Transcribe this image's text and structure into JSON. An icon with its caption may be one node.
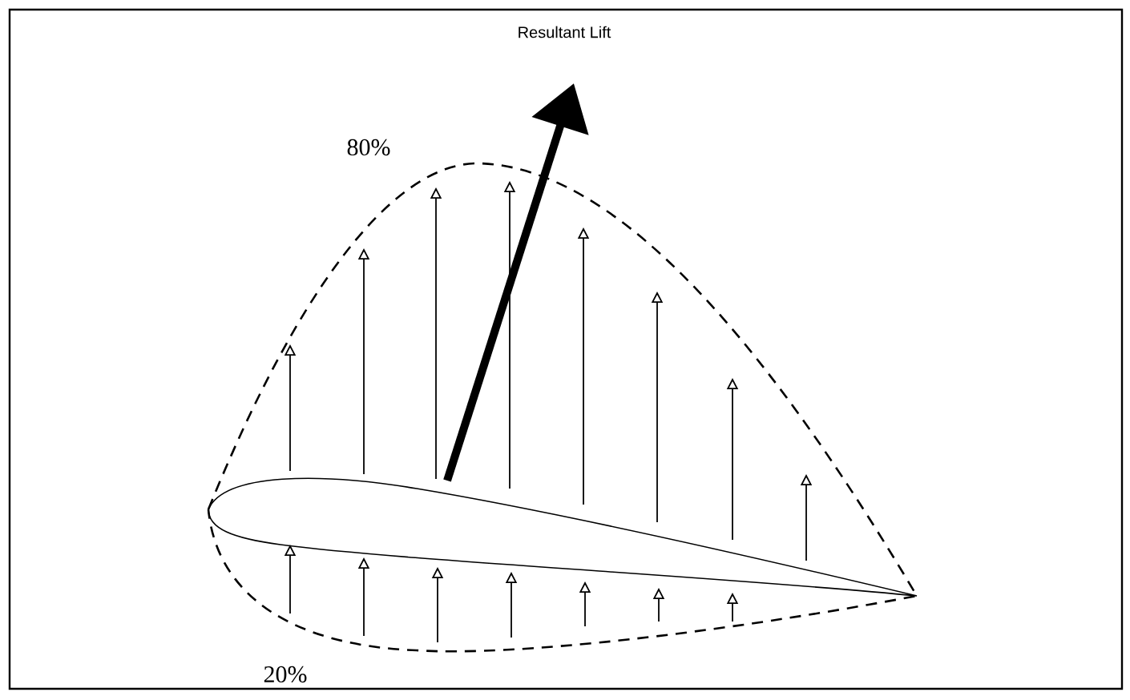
{
  "diagram": {
    "title": "Resultant Lift",
    "labels": [
      "80%",
      "20%"
    ]
  }
}
